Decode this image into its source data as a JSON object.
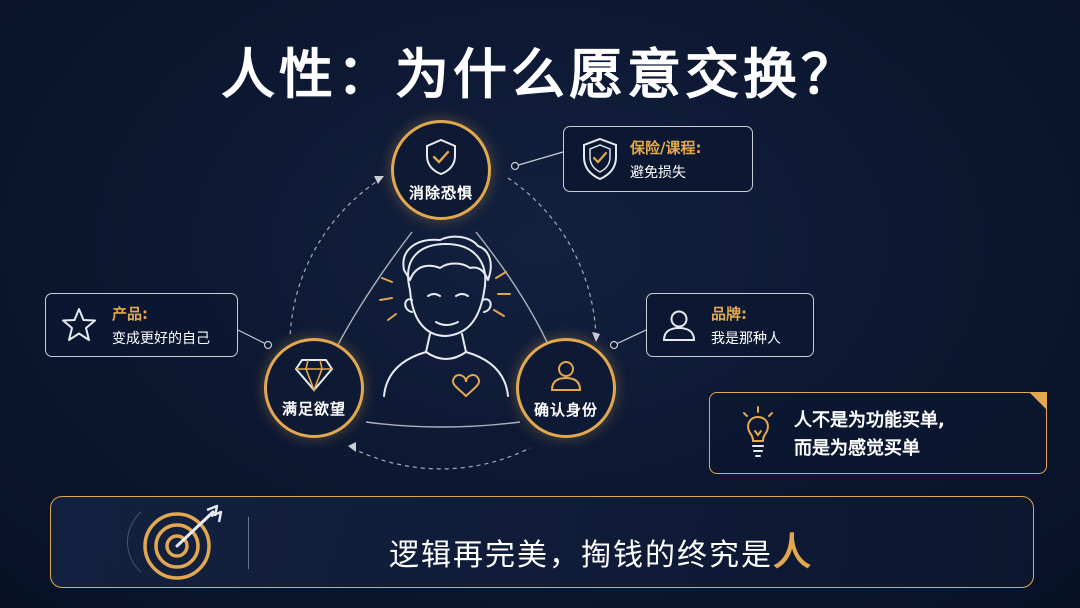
{
  "title": "人性：为什么愿意交换？",
  "nodes": [
    {
      "id": "fear",
      "label": "消除恐惧",
      "icon": "shield-check-icon"
    },
    {
      "id": "desire",
      "label": "满足欲望",
      "icon": "diamond-icon"
    },
    {
      "id": "identity",
      "label": "确认身份",
      "icon": "user-icon"
    }
  ],
  "cards": {
    "insurance": {
      "heading": "保险/课程:",
      "sub": "避免损失",
      "icon": "shield-check-icon"
    },
    "product": {
      "heading": "产品:",
      "sub": "变成更好的自己",
      "icon": "star-icon"
    },
    "brand": {
      "heading": "品牌:",
      "sub": "我是那种人",
      "icon": "user-icon"
    }
  },
  "quote": {
    "line1": "人不是为功能买单,",
    "line2": "而是为感觉买单",
    "icon": "lightbulb-icon"
  },
  "banner": {
    "text": "逻辑再完美，掏钱的终究是",
    "highlight": "人",
    "icon": "target-arrow-icon"
  },
  "center_icon": "person-heart-icon",
  "colors": {
    "accent": "#e2a84f",
    "background": "#0c1730",
    "text": "#ffffff",
    "line": "#c9cdd6"
  }
}
